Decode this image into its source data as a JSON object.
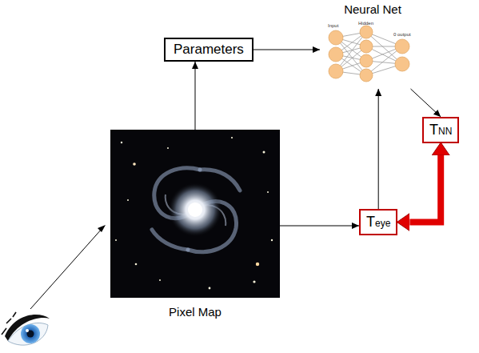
{
  "diagram": {
    "nodes": [
      {
        "text": [
          "Neural Net"
        ]
      },
      {
        "text": [
          "Parameters"
        ]
      },
      {
        "text": [
          "TNN"
        ]
      },
      {
        "text": [
          "Pixel Map"
        ]
      },
      {
        "text": [
          "Teye"
        ]
      }
    ],
    "edges": [
      {
        "from": 1,
        "to": 0,
        "arrow": "to"
      },
      {
        "from": 0,
        "to": 2,
        "arrow": "to"
      },
      {
        "from": 3,
        "to": 1,
        "arrow": "to"
      },
      {
        "from": 3,
        "to": 4,
        "arrow": "to"
      },
      {
        "from": 4,
        "to": 0,
        "arrow": "to"
      },
      {
        "from": 4,
        "to": 2,
        "arrow": "both"
      }
    ],
    "labels": [
      "Input",
      "Hidden",
      "0 output"
    ]
  }
}
